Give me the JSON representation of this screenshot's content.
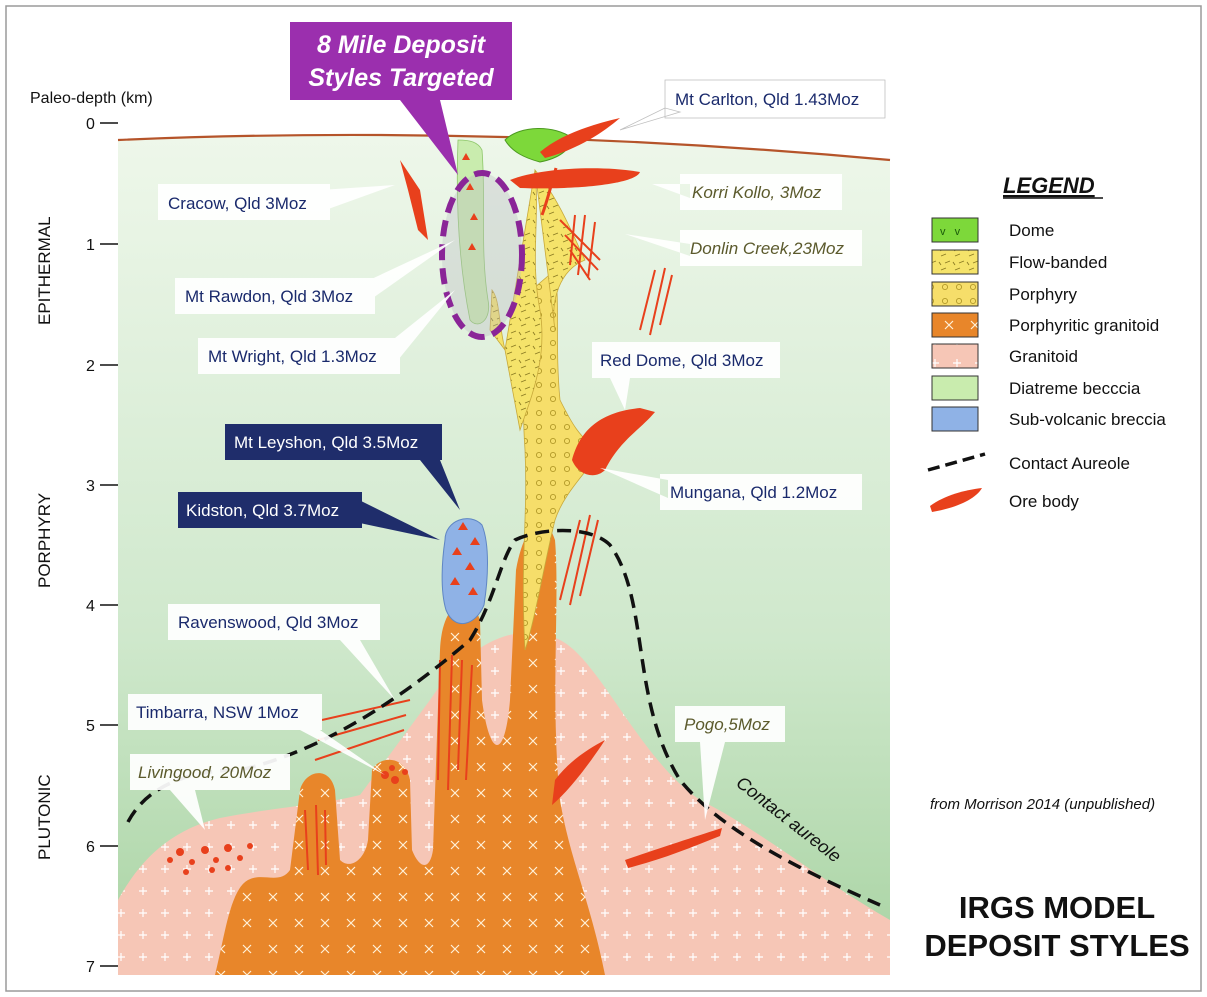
{
  "figure": {
    "axis_title": "Paleo-depth (km)",
    "depth_ticks": [
      "0",
      "1",
      "2",
      "3",
      "4",
      "5",
      "6",
      "7"
    ],
    "zones": [
      "EPITHERMAL",
      "PORPHYRY",
      "PLUTONIC"
    ],
    "banner": {
      "line1": "8 Mile Deposit",
      "line2": "Styles Targeted",
      "color": "#9b2fae"
    },
    "deposits": [
      {
        "name": "Mt Carlton, Qld 1.43Moz",
        "style": "dark"
      },
      {
        "name": "Korri Kollo, 3Moz",
        "style": "olive"
      },
      {
        "name": "Cracow, Qld 3Moz",
        "style": "dark"
      },
      {
        "name": "Donlin Creek,23Moz",
        "style": "olive"
      },
      {
        "name": "Mt Rawdon, Qld 3Moz",
        "style": "dark"
      },
      {
        "name": "Mt Wright, Qld 1.3Moz",
        "style": "dark"
      },
      {
        "name": "Red Dome, Qld 3Moz",
        "style": "dark"
      },
      {
        "name": "Mt Leyshon, Qld 3.5Moz",
        "style": "inverted"
      },
      {
        "name": "Kidston, Qld 3.7Moz",
        "style": "inverted"
      },
      {
        "name": "Mungana, Qld 1.2Moz",
        "style": "dark"
      },
      {
        "name": "Ravenswood, Qld 3Moz",
        "style": "dark"
      },
      {
        "name": "Timbarra, NSW 1Moz",
        "style": "dark"
      },
      {
        "name": "Pogo,5Moz",
        "style": "olive"
      },
      {
        "name": "Livingood, 20Moz",
        "style": "olive"
      }
    ],
    "contact_aureole_label": "Contact aureole",
    "legend": {
      "title": "LEGEND",
      "items": [
        {
          "label": "Dome",
          "color": "#7dd83a"
        },
        {
          "label": "Flow-banded",
          "color": "#f5e36a"
        },
        {
          "label": "Porphyry",
          "color": "#f6de6a"
        },
        {
          "label": "Porphyritic granitoid",
          "color": "#e8862a"
        },
        {
          "label": "Granitoid",
          "color": "#f6c6b6"
        },
        {
          "label": "Diatreme becccia",
          "color": "#c9ecae"
        },
        {
          "label": "Sub-volcanic breccia",
          "color": "#8fb2e6"
        },
        {
          "label": "Contact Aureole",
          "color": "#111111"
        },
        {
          "label": "Ore body",
          "color": "#e8401c"
        }
      ]
    },
    "source_note": "from Morrison 2014 (unpublished)",
    "main_title": {
      "line1": "IRGS MODEL",
      "line2": "DEPOSIT STYLES"
    },
    "colors": {
      "background": "#cfe8cc",
      "ground_line": "#b5542a",
      "ore": "#e8401c",
      "granitoid": "#f6c6b6",
      "porphyritic": "#e8862a",
      "porphyry": "#f6de6a",
      "diatreme": "#c9ecae",
      "breccia": "#8fb2e6",
      "dome": "#7dd83a"
    }
  }
}
